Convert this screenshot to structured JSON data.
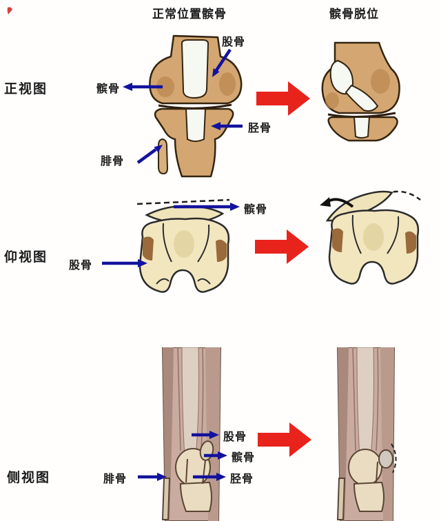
{
  "titles": {
    "normal": "正常位置髌骨",
    "dislocated": "髌骨脱位"
  },
  "row_labels": {
    "front": "正视图",
    "bottom": "仰视图",
    "side": "侧视图"
  },
  "annotations": {
    "front": {
      "femur": "股骨",
      "patella": "髌骨",
      "tibia": "胫骨",
      "fibula": "腓骨"
    },
    "bottom": {
      "patella": "髌骨",
      "femur": "股骨"
    },
    "side": {
      "femur": "股骨",
      "patella": "髌骨",
      "tibia": "胫骨",
      "fibula": "腓骨"
    }
  },
  "colors": {
    "label_arrow_blue": "#12129e",
    "transform_arrow_red": "#e8231c",
    "bone_tan": "#d4a671",
    "bone_cream": "#f2e6bf",
    "outline_dark": "#33240f",
    "muscle_mauve": "#c9ab9f"
  }
}
